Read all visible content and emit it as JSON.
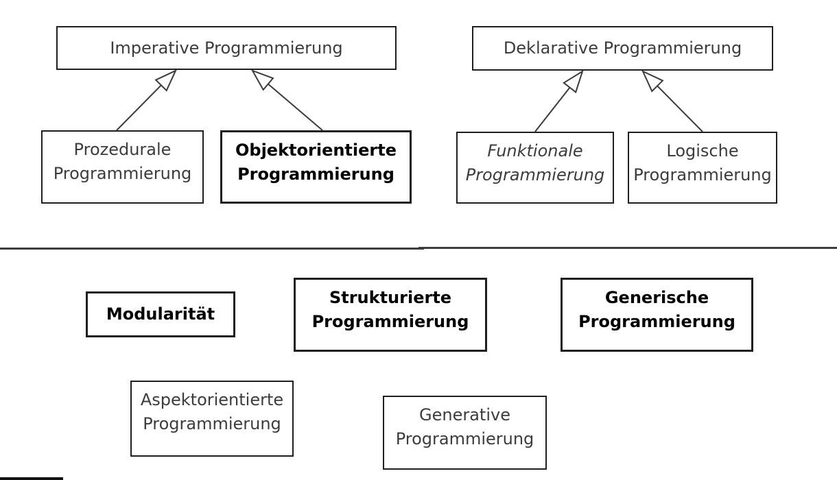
{
  "diagram": {
    "language": "de",
    "topic": "Programmierparadigmen",
    "nodes": {
      "imperative": {
        "lines": [
          "Imperative Programmierung"
        ],
        "emphasis": "regular"
      },
      "deklarative": {
        "lines": [
          "Deklarative Programmierung"
        ],
        "emphasis": "regular"
      },
      "prozedurale": {
        "lines": [
          "Prozedurale",
          "Programmierung"
        ],
        "emphasis": "regular"
      },
      "objektorientierte": {
        "lines": [
          "Objektorientierte",
          "Programmierung"
        ],
        "emphasis": "bold"
      },
      "funktionale": {
        "lines": [
          "Funktionale",
          "Programmierung"
        ],
        "emphasis": "italic"
      },
      "logische": {
        "lines": [
          "Logische",
          "Programmierung"
        ],
        "emphasis": "regular"
      },
      "modularitaet": {
        "lines": [
          "Modularität"
        ],
        "emphasis": "bold"
      },
      "strukturierte": {
        "lines": [
          "Strukturierte",
          "Programmierung"
        ],
        "emphasis": "bold"
      },
      "generische": {
        "lines": [
          "Generische",
          "Programmierung"
        ],
        "emphasis": "bold"
      },
      "aspektorientierte": {
        "lines": [
          "Aspektorientierte",
          "Programmierung"
        ],
        "emphasis": "regular"
      },
      "generative": {
        "lines": [
          "Generative",
          "Programmierung"
        ],
        "emphasis": "regular"
      }
    },
    "edges": [
      {
        "from": "Prozedurale Programmierung",
        "to": "Imperative Programmierung",
        "type": "generalization-hollow-triangle"
      },
      {
        "from": "Objektorientierte Programmierung",
        "to": "Imperative Programmierung",
        "type": "generalization-hollow-triangle"
      },
      {
        "from": "Funktionale Programmierung",
        "to": "Deklarative Programmierung",
        "type": "generalization-hollow-triangle"
      },
      {
        "from": "Logische Programmierung",
        "to": "Deklarative Programmierung",
        "type": "generalization-hollow-triangle"
      }
    ],
    "separator": {
      "present": true,
      "orientation": "horizontal"
    },
    "colors": {
      "background": "#ffffff",
      "border": "#1f1f1f",
      "text": "#3c3c3c",
      "bold_text": "#000000",
      "connector": "#3a3a3a",
      "divider": "#3d3d3d"
    }
  }
}
